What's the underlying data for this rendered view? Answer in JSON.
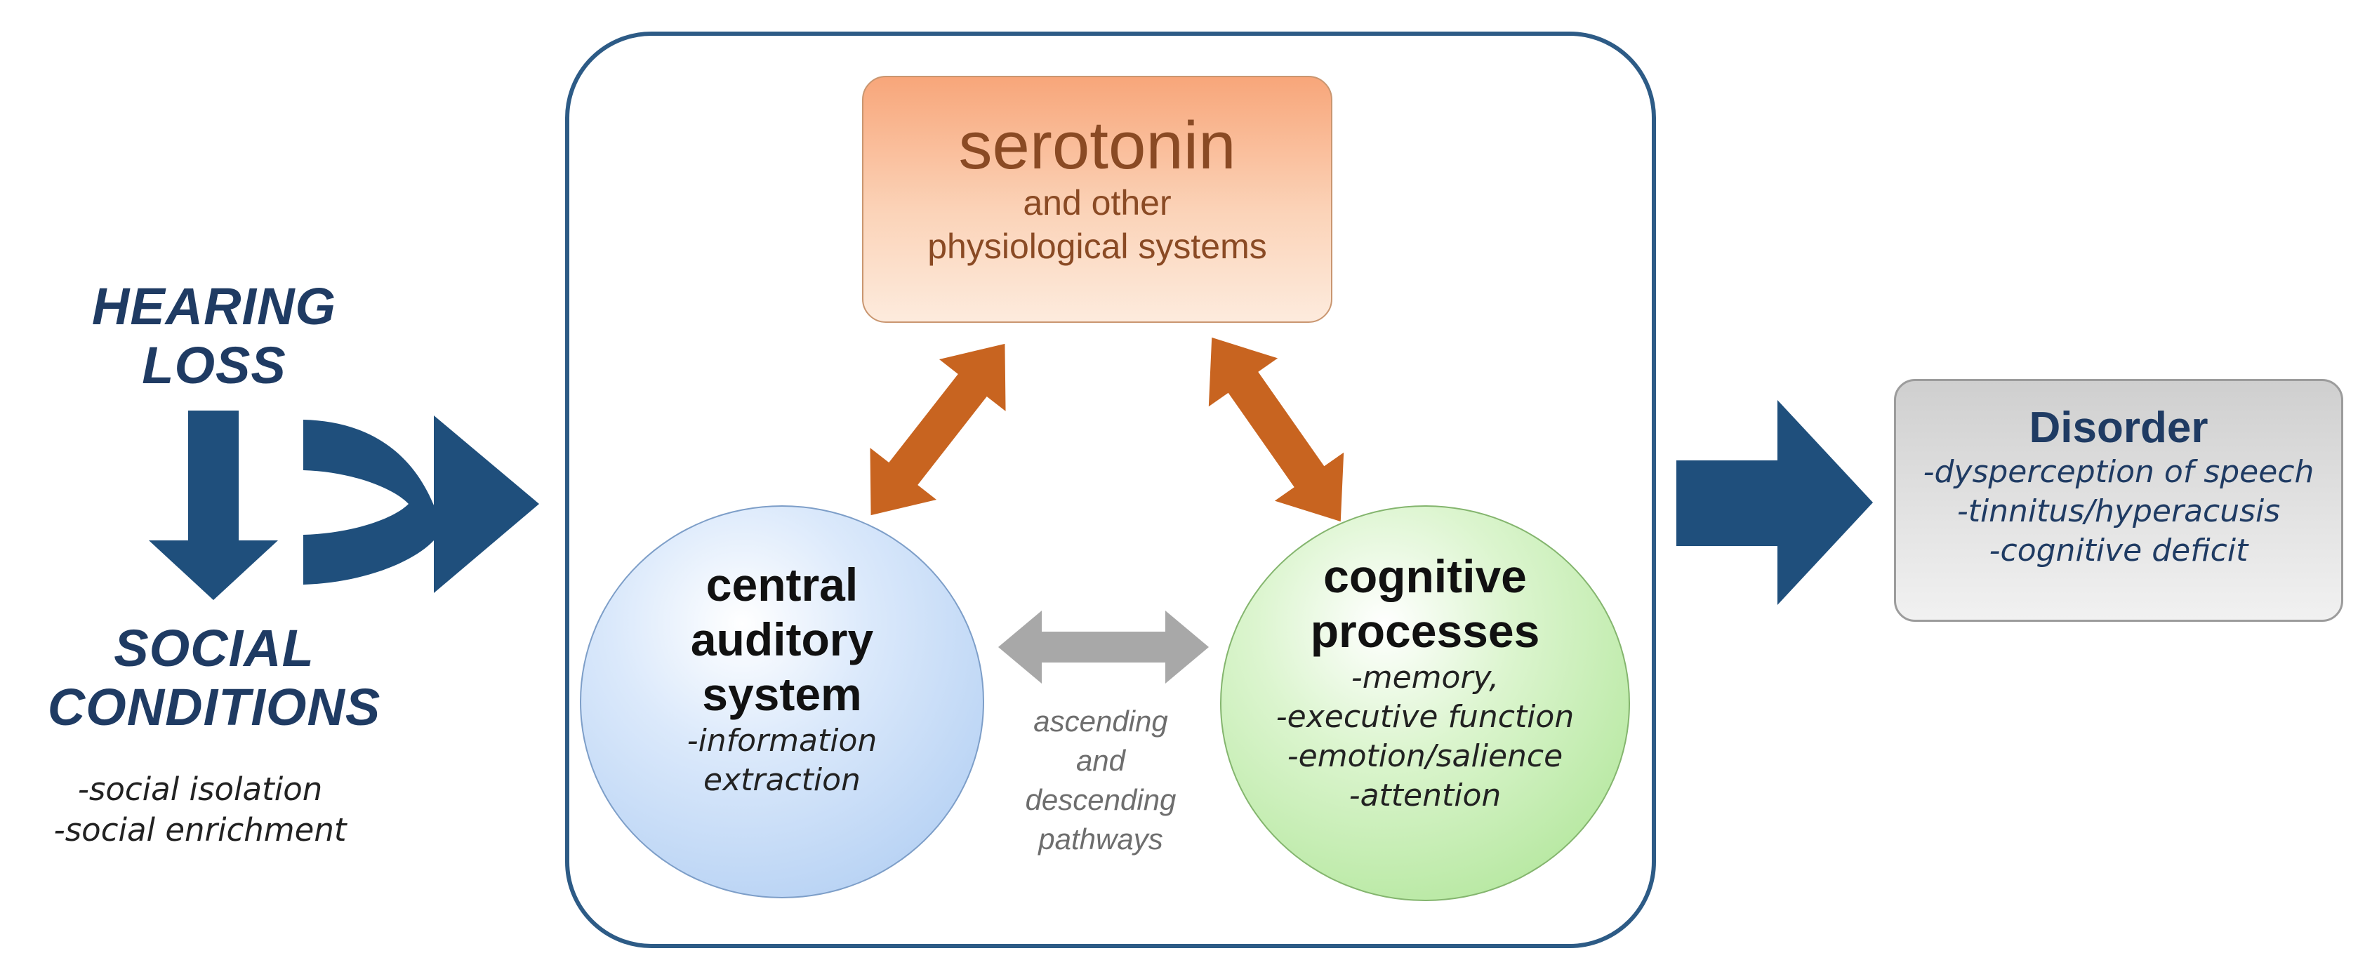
{
  "left": {
    "hearing_loss": [
      "HEARING",
      "LOSS"
    ],
    "social_conditions": [
      "SOCIAL",
      "CONDITIONS"
    ],
    "social_items": [
      "-social isolation",
      "-social enrichment"
    ]
  },
  "serotonin": {
    "title": "serotonin",
    "subtitle": [
      "and other",
      "physiological systems"
    ]
  },
  "auditory": {
    "title": [
      "central",
      "auditory",
      "system"
    ],
    "subtitle": [
      "-information",
      "extraction"
    ]
  },
  "cognitive": {
    "title": [
      "cognitive",
      "processes"
    ],
    "items": [
      "-memory,",
      "-executive function",
      "-emotion/salience",
      "-attention"
    ]
  },
  "pathways": [
    "ascending",
    "and",
    "descending",
    "pathways"
  ],
  "disorder": {
    "title": "Disorder",
    "items": [
      "-dysperception of speech",
      "-tinnitus/hyperacusis",
      "-cognitive deficit"
    ]
  },
  "colors": {
    "navy": "#1f3b63",
    "orange_arrow": "#c86420",
    "gray_arrow": "#a8a8a8",
    "frame_border": "#2d5b86"
  }
}
